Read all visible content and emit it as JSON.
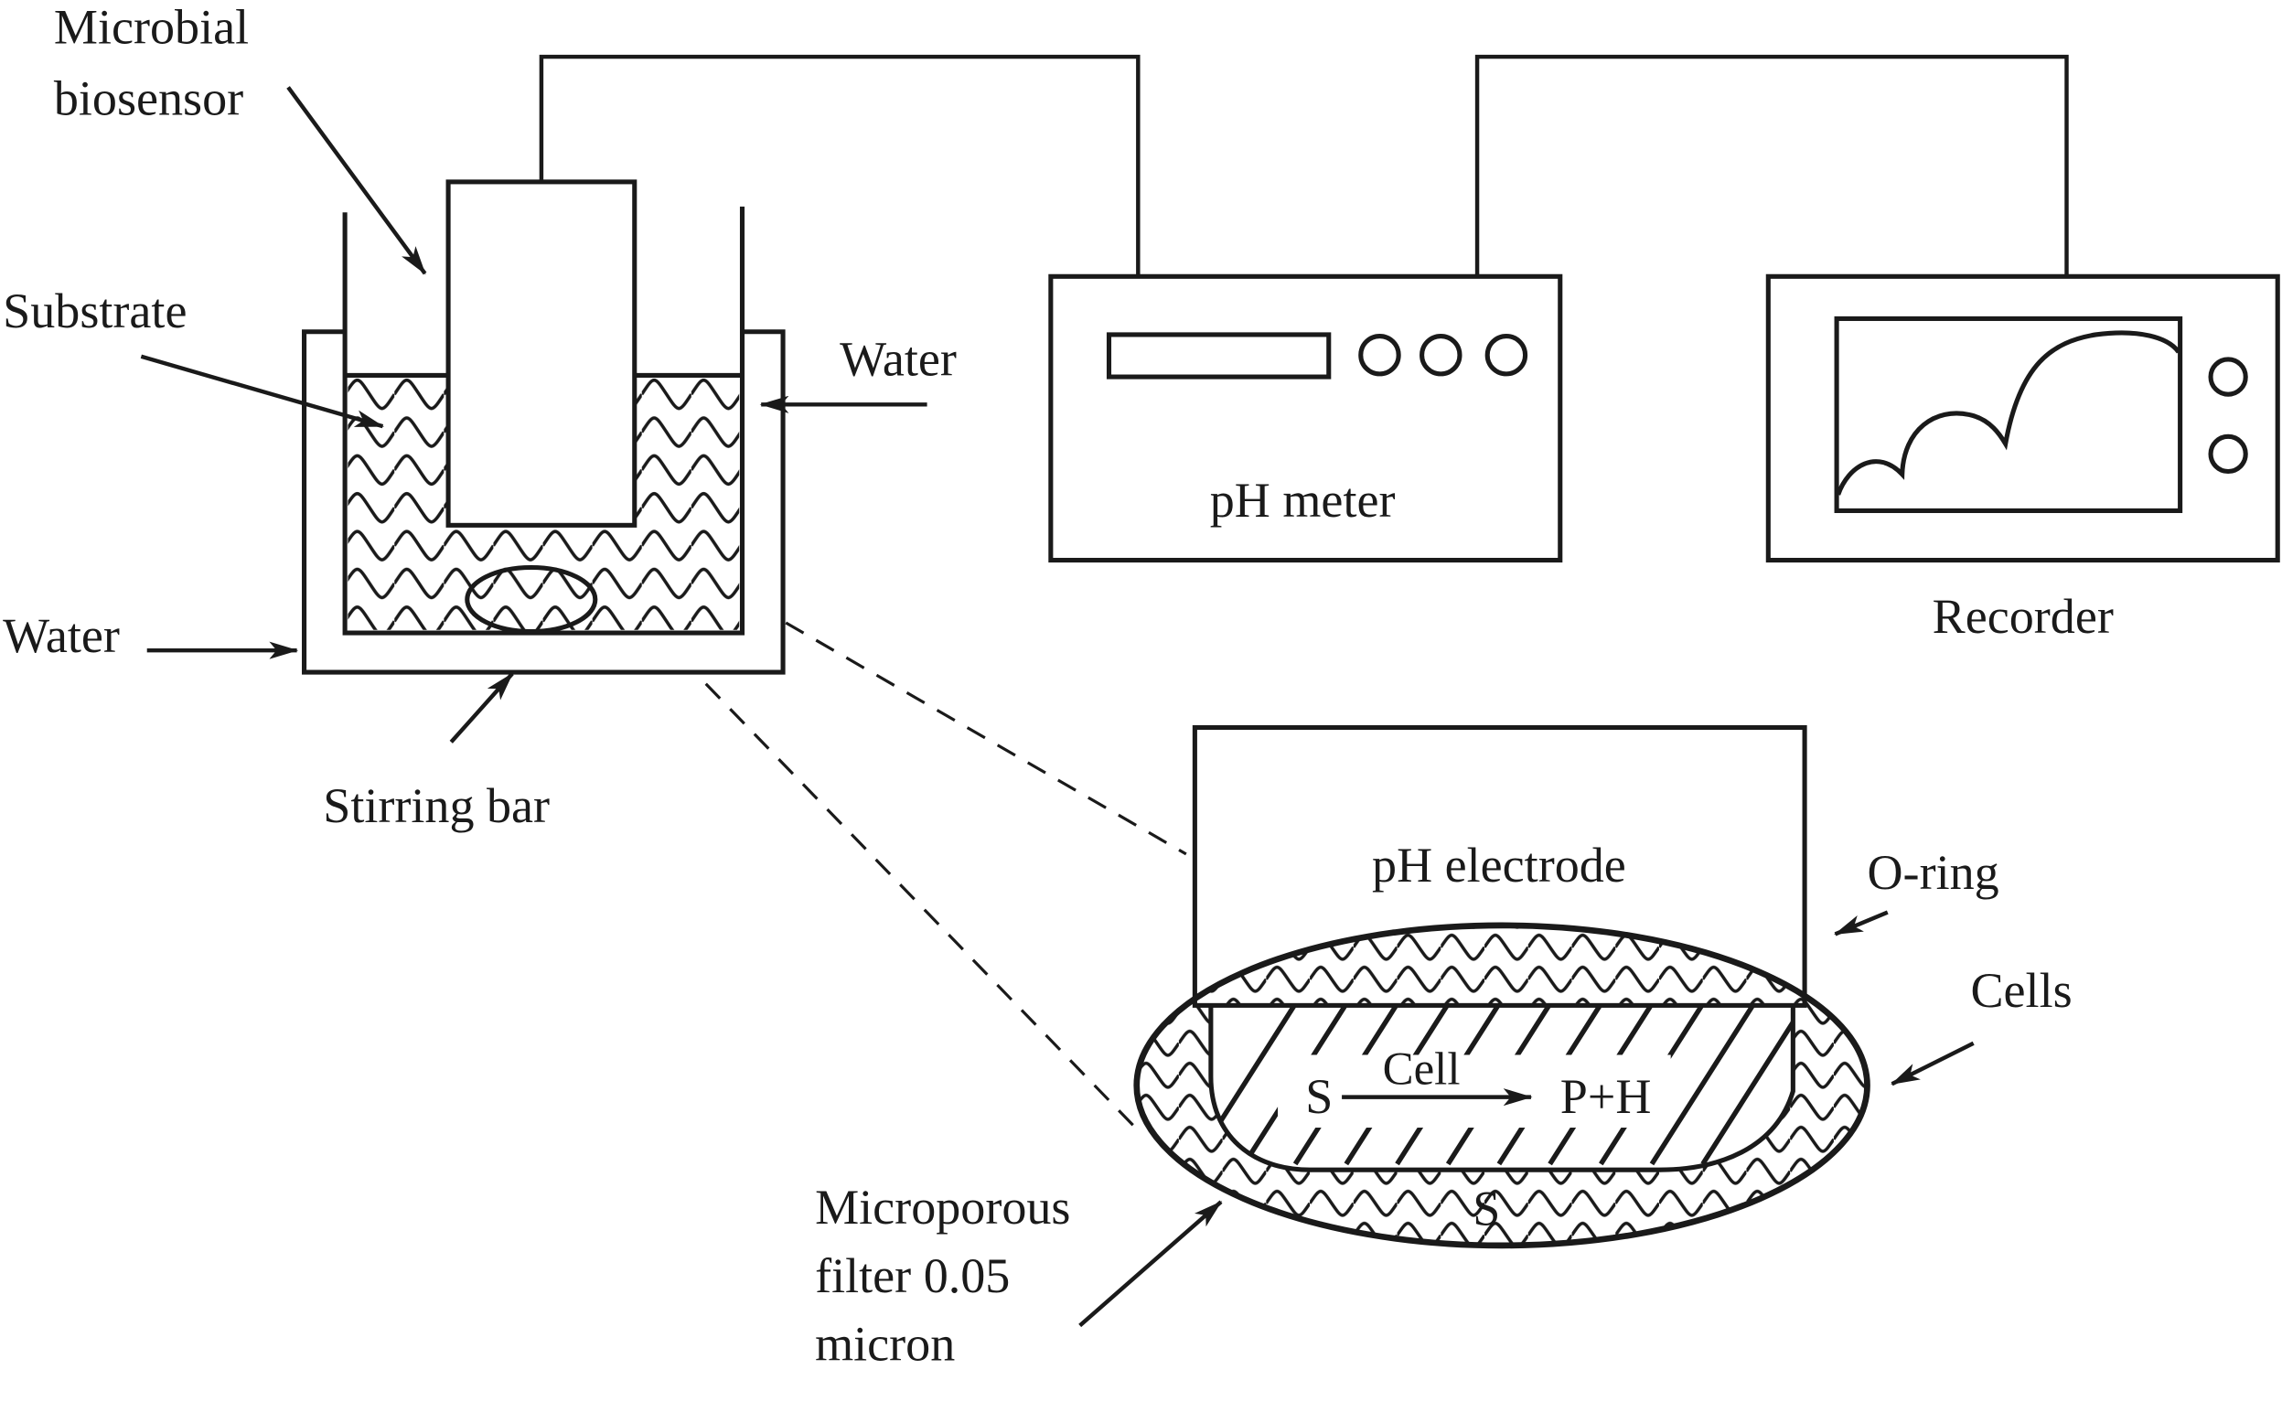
{
  "diagram": {
    "labels": {
      "microbial_biosensor_line1": "Microbial",
      "microbial_biosensor_line2": "biosensor",
      "substrate": "Substrate",
      "water_right": "Water",
      "water_left": "Water",
      "stirring_bar": "Stirring bar",
      "ph_meter": "pH meter",
      "recorder": "Recorder",
      "ph_electrode": "pH electrode",
      "o_ring": "O-ring",
      "cells": "Cells",
      "reaction_substrate": "S",
      "reaction_catalyst": "Cell",
      "reaction_products": "P+H",
      "filter_substrate": "S",
      "microporous_line1": "Microporous",
      "microporous_line2": "filter 0.05",
      "microporous_line3": "micron"
    },
    "components": [
      {
        "id": "reaction-vessel",
        "name": "Jacketed reaction vessel"
      },
      {
        "id": "microbial-biosensor",
        "name": "Microbial biosensor"
      },
      {
        "id": "stirring-bar",
        "name": "Stirring bar"
      },
      {
        "id": "ph-meter",
        "name": "pH meter",
        "knobs": 3
      },
      {
        "id": "recorder",
        "name": "Recorder",
        "buttons": 2
      },
      {
        "id": "ph-electrode-detail",
        "name": "pH electrode detail"
      }
    ],
    "connections": [
      {
        "from": "microbial-biosensor",
        "to": "ph-meter"
      },
      {
        "from": "ph-meter",
        "to": "recorder"
      }
    ]
  }
}
